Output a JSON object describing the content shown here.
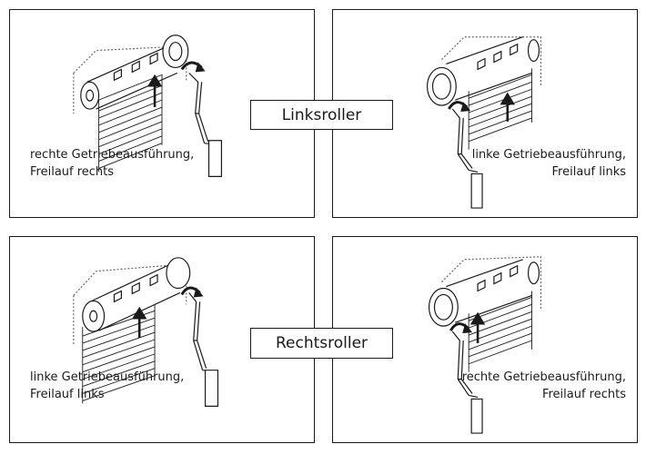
{
  "panels": [
    {
      "line1": "rechte Getriebeausführung,",
      "line2": "Freilauf rechts"
    },
    {
      "line1": "linke Getriebeausführung,",
      "line2": "Freilauf links"
    },
    {
      "line1": "linke Getriebeausführung,",
      "line2": "Freilauf links"
    },
    {
      "line1": "rechte Getriebeausführung,",
      "line2": "Freilauf rechts"
    }
  ],
  "labels": {
    "top": "Linksroller",
    "bottom": "Rechtsroller"
  },
  "colors": {
    "line": "#1a1a1a",
    "dashed": "#555555"
  }
}
